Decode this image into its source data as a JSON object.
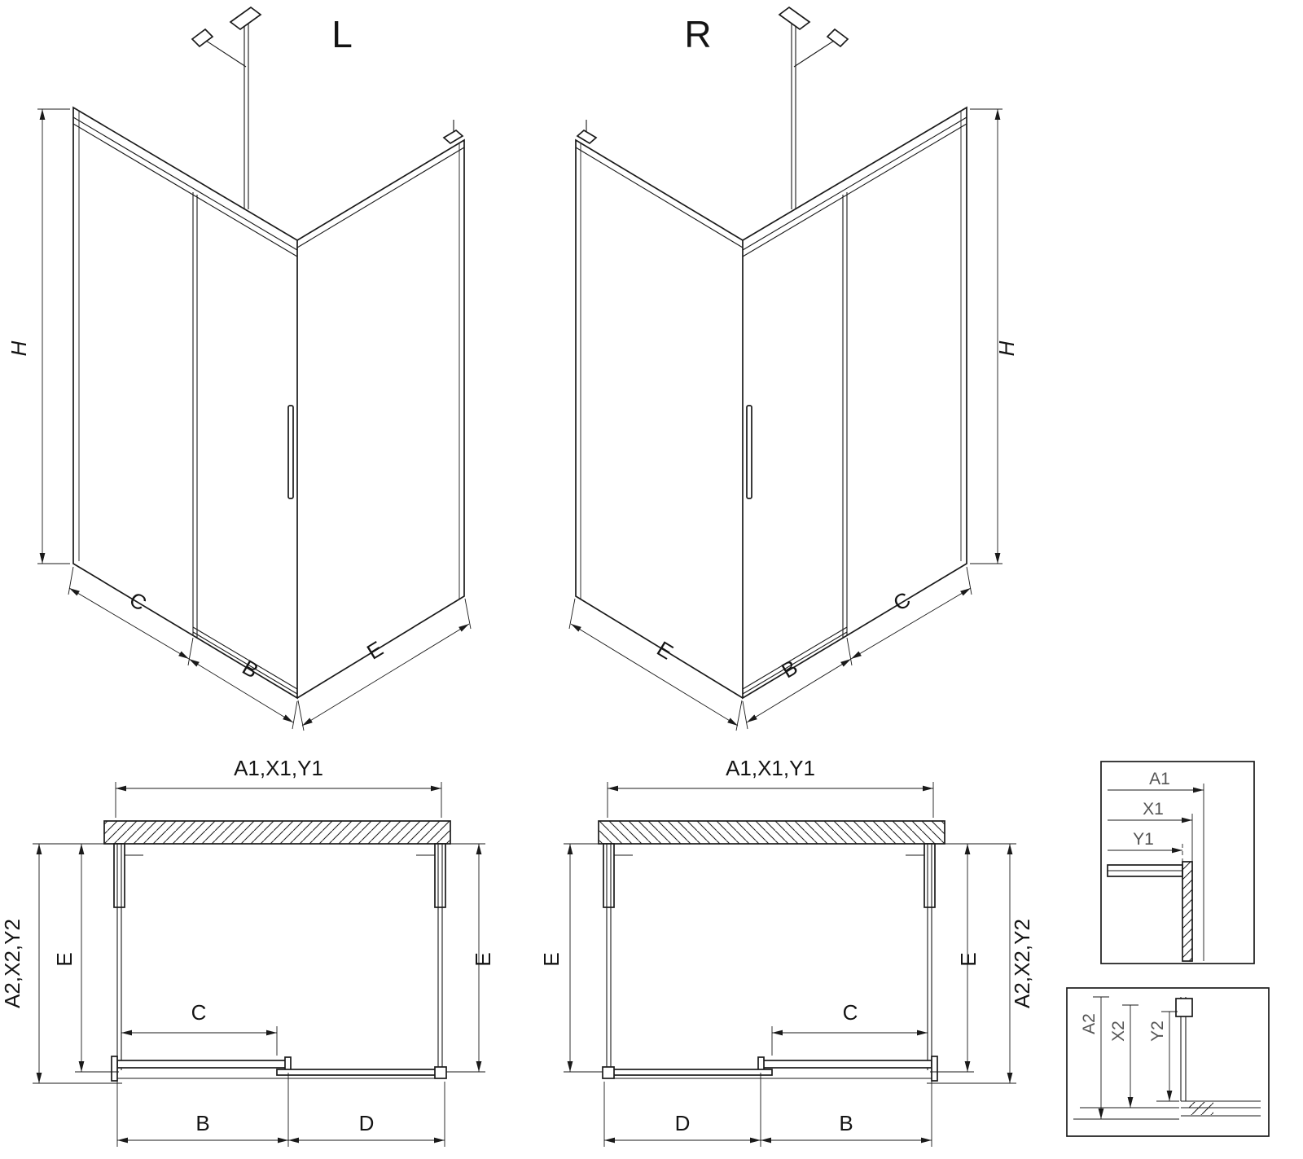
{
  "colors": {
    "line": "#1a1a1a",
    "label": "#141414",
    "detail_label": "#555555",
    "background": "#ffffff"
  },
  "iso_left": {
    "title": "L",
    "height": "H",
    "back_width": "C",
    "door_width": "B",
    "side_width": "E"
  },
  "iso_right": {
    "title": "R",
    "height": "H",
    "back_width": "C",
    "door_width": "B",
    "side_width": "E"
  },
  "plan_left": {
    "width_top": "A1,X1,Y1",
    "depth_outer": "A2,X2,Y2",
    "depth_left": "E",
    "depth_right": "E",
    "opening": "C",
    "door": "B",
    "fixed_panel": "D"
  },
  "plan_right": {
    "width_top": "A1,X1,Y1",
    "depth_outer": "A2,X2,Y2",
    "depth_left": "E",
    "depth_right": "E",
    "opening": "C",
    "door": "B",
    "fixed_panel": "D"
  },
  "detail_width": {
    "a1": "A1",
    "x1": "X1",
    "y1": "Y1"
  },
  "detail_depth": {
    "a2": "A2",
    "x2": "X2",
    "y2": "Y2"
  }
}
